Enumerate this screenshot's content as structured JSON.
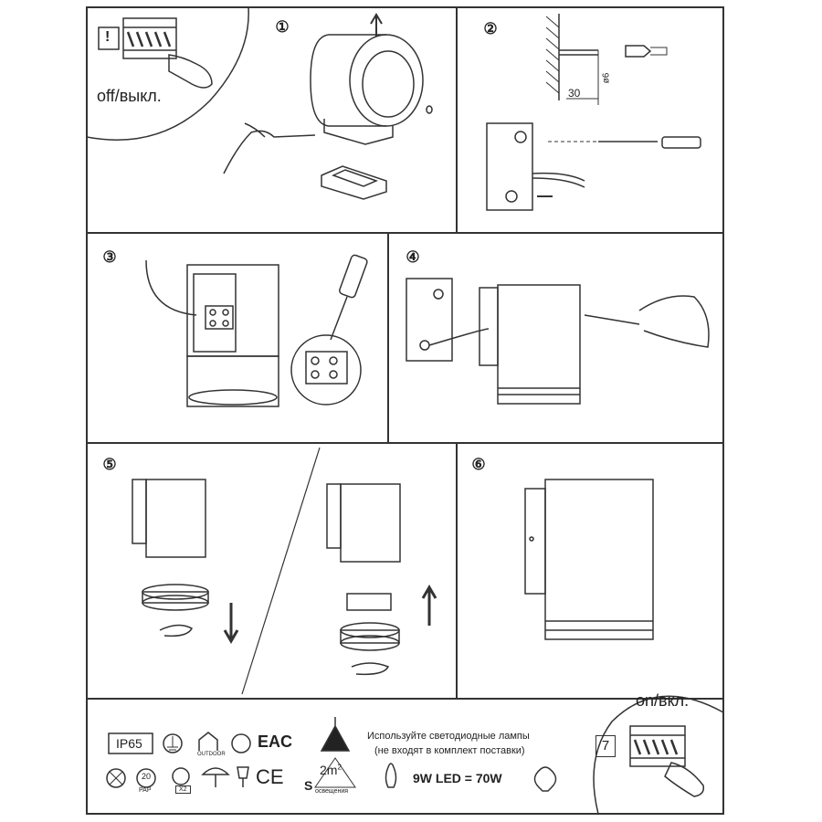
{
  "steps": [
    "①",
    "②",
    "③",
    "④",
    "⑤",
    "⑥"
  ],
  "labels": {
    "off": "off/выкл.",
    "on": "on/вкл.",
    "warning": "!",
    "drill_depth": "30",
    "drill_diameter": "ø6",
    "step7": "7"
  },
  "footer": {
    "ip_rating": "IP65",
    "outdoor": "OUTDOOR",
    "eac": "EAC",
    "ce": "CE",
    "recycle_num": "20",
    "recycle_code": "PAP",
    "class_mark": "X2",
    "area_value": "2m",
    "area_exp": "2",
    "area_s": "S",
    "area_caption": "освещения",
    "note_line1": "Используйте светодиодные лампы",
    "note_line2": "(не входят в комплект поставки)",
    "led_equiv": "9W LED = 70W"
  },
  "icons": [
    "ip-rating-icon",
    "ground-icon",
    "outdoor-icon",
    "certification-icon",
    "eac-icon",
    "no-bin-icon",
    "recycle-icon",
    "class-icon",
    "umbrella-icon",
    "fragile-icon",
    "ce-icon",
    "ceiling-lamp-icon",
    "candle-bulb-icon",
    "bulb-icon"
  ]
}
